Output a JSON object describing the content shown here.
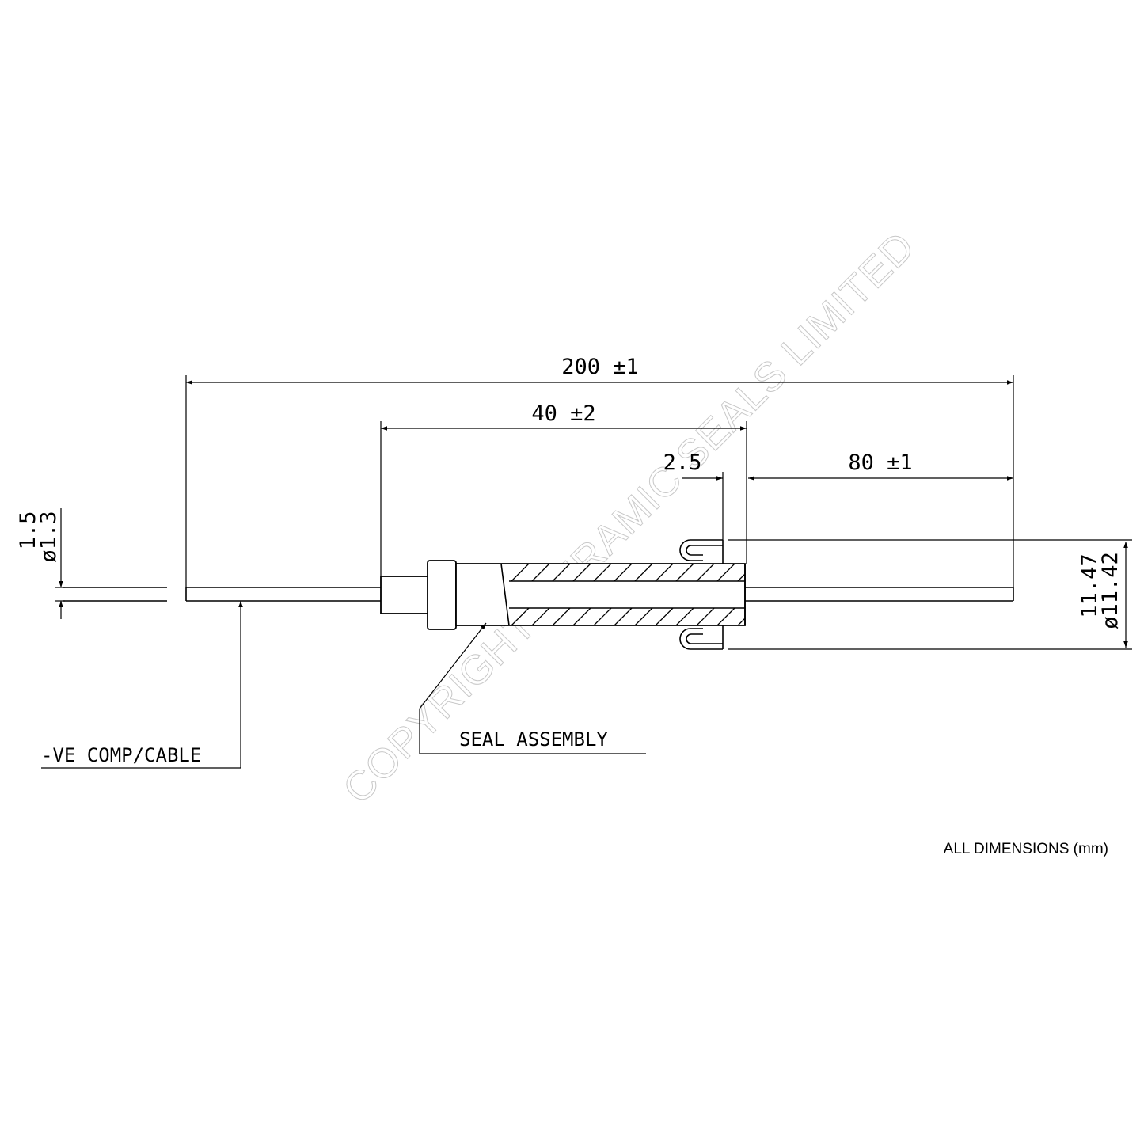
{
  "dimensions": {
    "overall_length": "200 ±1",
    "seal_length": "40 ±2",
    "flange_thickness": "2.5",
    "tail_length": "80 ±1",
    "cable_outer": "1.5",
    "cable_diameter": "ø1.3",
    "flange_outer": "11.47",
    "flange_diameter": "ø11.42"
  },
  "labels": {
    "cable": "-VE COMP/CABLE",
    "seal": "SEAL ASSEMBLY"
  },
  "watermark": "COPYRIGHT CERAMIC SEALS LIMITED",
  "note": "ALL DIMENSIONS (mm)",
  "colors": {
    "line": "#000000",
    "watermark": "#c8c8c8",
    "background": "#ffffff"
  }
}
